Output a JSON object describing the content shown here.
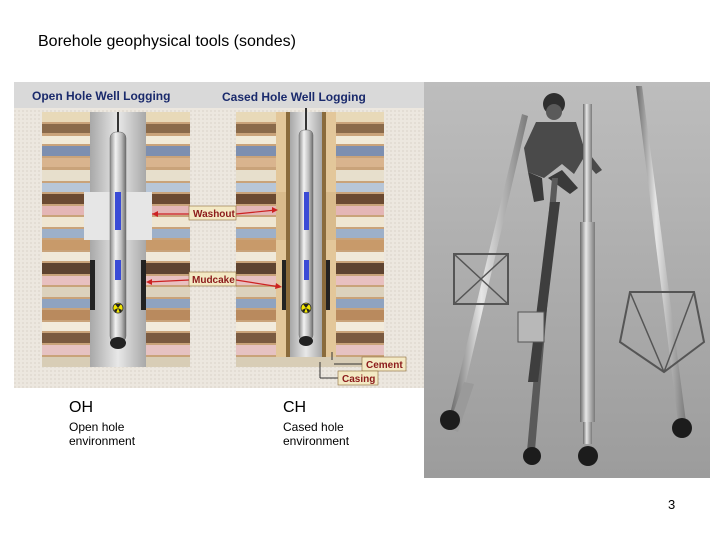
{
  "slide": {
    "title": "Borehole geophysical tools (sondes)",
    "page_number": "3"
  },
  "diagram": {
    "open_hole_title": "Open Hole Well Logging",
    "cased_hole_title": "Cased Hole Well Logging",
    "labels": {
      "washout": "Washout",
      "mudcake": "Mudcake",
      "cement": "Cement",
      "casing": "Casing"
    },
    "colors": {
      "header_bg": "#d9d9d9",
      "title_text": "#1a2a6c",
      "label_bg": "#f3e9c4",
      "label_text": "#8b1a1a",
      "arrow": "#cc2222",
      "tool_blue": "#3a4bd6",
      "cement": "#e3c79a"
    }
  },
  "captions": {
    "oh": {
      "heading": "OH",
      "text_line1": "Open hole",
      "text_line2": "environment"
    },
    "ch": {
      "heading": "CH",
      "text_line1": "Cased hole",
      "text_line2": "environment"
    }
  },
  "photo": {
    "description_icon": "logging-tools-photo"
  }
}
